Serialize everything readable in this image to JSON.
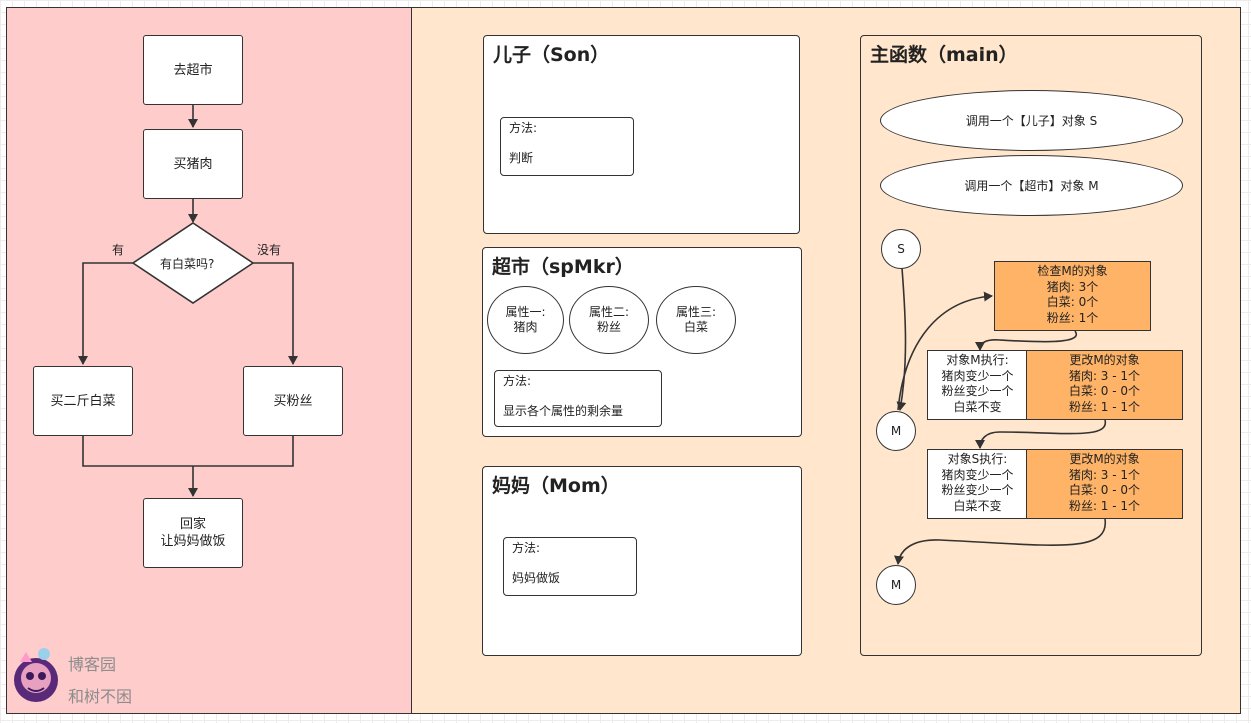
{
  "flowchart": {
    "go_supermarket": "去超市",
    "buy_pork": "买猪肉",
    "decision": "有白菜吗?",
    "yes_label": "有",
    "no_label": "没有",
    "buy_cabbage": "买二斤白菜",
    "buy_vermicelli": "买粉丝",
    "go_home": "回家\n让妈妈做饭"
  },
  "son": {
    "title": "儿子（Son）",
    "method_label": "方法:",
    "method_value": "判断"
  },
  "supermarket": {
    "title": "超市（spMkr）",
    "attr1": "属性一:\n猪肉",
    "attr2": "属性二:\n粉丝",
    "attr3": "属性三:\n白菜",
    "method_label": "方法:",
    "method_value": "显示各个属性的剩余量"
  },
  "mom": {
    "title": "妈妈（Mom）",
    "method_label": "方法:",
    "method_value": "妈妈做饭"
  },
  "main": {
    "title": "主函数（main）",
    "call_son": "调用一个【儿子】对象 S",
    "call_market": "调用一个【超市】对象 M",
    "node_s": "S",
    "node_m1": "M",
    "node_m2": "M",
    "check_box": "检查M的对象\n猪肉: 3个\n白菜: 0个\n粉丝: 1个",
    "exec_m": "对象M执行:\n猪肉变少一个\n粉丝变少一个\n白菜不变",
    "change1": "更改M的对象\n猪肉: 3 - 1个\n白菜: 0 - 0个\n粉丝: 1 - 1个",
    "exec_s": "对象S执行:\n猪肉变少一个\n粉丝变少一个\n白菜不变",
    "change2": "更改M的对象\n猪肉: 3 - 1个\n白菜: 0 - 0个\n粉丝: 1 - 1个"
  },
  "watermark": {
    "line1": "博客园",
    "line2": "和树不困"
  },
  "colors": {
    "left_panel": "#ffcccc",
    "right_panel": "#ffe6cc",
    "highlight": "#ffb366"
  }
}
